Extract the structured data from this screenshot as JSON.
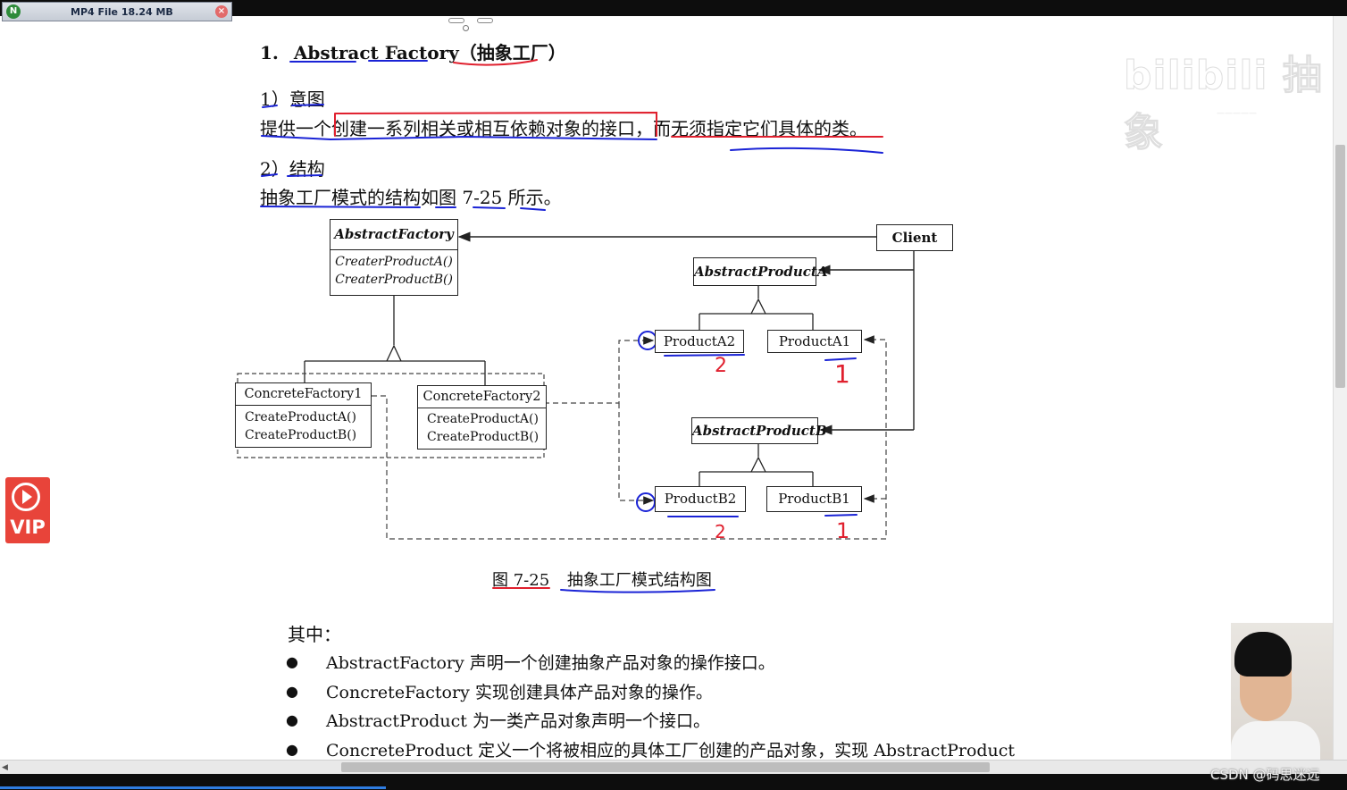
{
  "player": {
    "file_label": "MP4 File 18.24 MB",
    "app_icon": "n-circle-icon",
    "close_icon": "close-icon",
    "watermark": "bilibili 抽象",
    "csdn_watermark": "CSDN @码思迷远",
    "vip_label": "VIP",
    "accent": "#e8443a",
    "progress_color": "#2f7de1"
  },
  "doc": {
    "heading_num": "1.",
    "heading_en": "Abstract Factory",
    "heading_cn": "（抽象工厂）",
    "sec1_title": "1）意图",
    "sec1_para_a": "提供一个",
    "sec1_para_b": "创建一系列相关或相互依赖对象的接口",
    "sec1_para_c": "，而无须指定它们具体的类。",
    "sec2_title": "2）结构",
    "sec2_para": "抽象工厂模式的结构如图 7-25 所示。",
    "caption_num": "图 7-25",
    "caption_text": "抽象工厂模式结构图",
    "among": "其中：",
    "bullets": [
      "AbstractFactory 声明一个创建抽象产品对象的操作接口。",
      "ConcreteFactory 实现创建具体产品对象的操作。",
      "AbstractProduct 为一类产品对象声明一个接口。",
      "ConcreteProduct 定义一个将被相应的具体工厂创建的产品对象，实现 AbstractProduct"
    ]
  },
  "uml": {
    "abstract_factory": "AbstractFactory",
    "af_op1": "CreaterProductA()",
    "af_op2": "CreaterProductB()",
    "client": "Client",
    "abstract_product_a": "AbstractProductA",
    "abstract_product_b": "AbstractProductB",
    "product_a2": "ProductA2",
    "product_a1": "ProductA1",
    "product_b2": "ProductB2",
    "product_b1": "ProductB1",
    "cf1_title": "ConcreteFactory1",
    "cf1_op1": "CreateProductA()",
    "cf1_op2": "CreateProductB()",
    "cf2_title": "ConcreteFactory2",
    "cf2_op1": "CreateProductA()",
    "cf2_op2": "CreateProductB()"
  },
  "annotations": {
    "mark_a2": "2",
    "mark_a1": "1",
    "mark_b2": "2",
    "mark_b1": "1",
    "pen_red": "#e0202e",
    "pen_blue": "#1a23d6"
  }
}
